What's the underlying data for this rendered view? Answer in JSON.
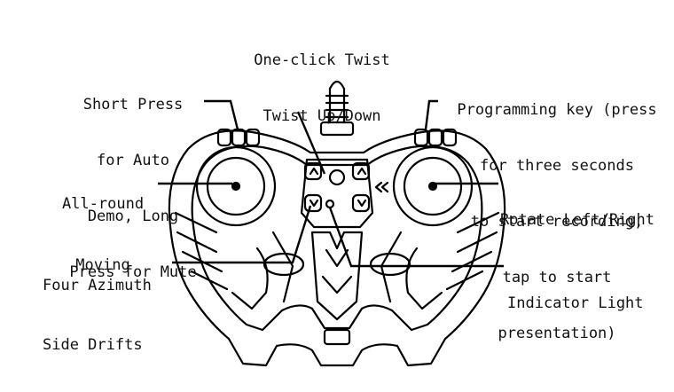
{
  "labels": {
    "twist": [
      "One-click Twist",
      "Twist Up/Down"
    ],
    "short_press": [
      "Short Press",
      "for Auto",
      "Demo, Long",
      "Press for Mute"
    ],
    "programming": [
      "Programming key (press",
      "for three seconds",
      "to start recording,",
      "tap to start",
      "presentation)"
    ],
    "all_round": [
      "All-round",
      "Moving"
    ],
    "rotate": [
      "Rotate Left/Right"
    ],
    "four_azimuth": [
      "Four Azimuth",
      "Side Drifts"
    ],
    "indicator": [
      "Indicator Light"
    ]
  },
  "colors": {
    "ink": "#000000",
    "background": "#ffffff"
  }
}
